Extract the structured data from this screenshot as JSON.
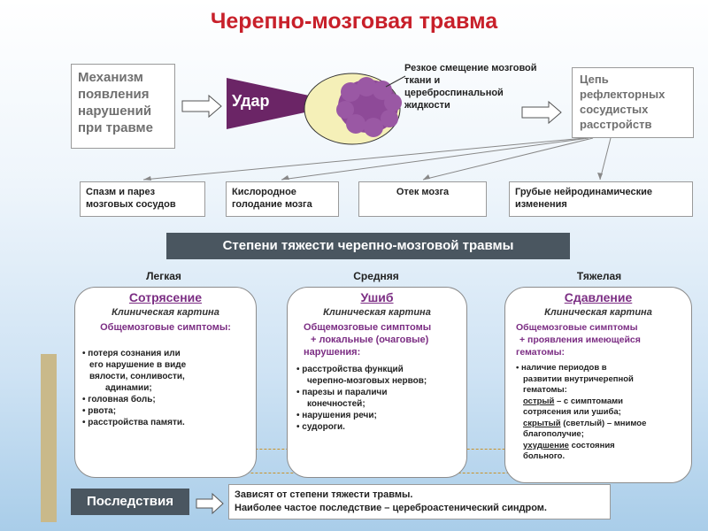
{
  "title": "Черепно-мозговая травма",
  "mechanism": {
    "text": "Механизм появления нарушений при травме"
  },
  "impact": {
    "label": "Удар"
  },
  "shift_text": "Резкое смещение мозговой ткани и цереброспинальной жидкости",
  "chain": {
    "text": "Цепь рефлекторных сосудистых расстройств"
  },
  "effects": [
    "Спазм и парез мозговых сосудов",
    "Кислородное голодание мозга",
    "Отек мозга",
    "Грубые нейродинамические изменения"
  ],
  "grades_title": "Степени тяжести черепно-мозговой травмы",
  "grades": [
    {
      "level": "Легкая",
      "name": "Сотрясение",
      "clinical": "Клиническая картина",
      "symptoms": "Общемозговые симптомы:",
      "items": [
        "• потеря сознания или",
        "его нарушение в виде",
        "вялости, сонливости,",
        "адинамии;",
        "• головная боль;",
        "• рвота;",
        "• расстройства памяти."
      ]
    },
    {
      "level": "Средняя",
      "name": "Ушиб",
      "clinical": "Клиническая картина",
      "symptoms": "Общемозговые симптомы",
      "symptoms_2": "+ локальные (очаговые)",
      "symptoms_3": "нарушения:",
      "items": [
        "• расстройства функций",
        "черепно-мозговых нервов;",
        "• парезы и параличи",
        "конечностей;",
        "• нарушения речи;",
        "• судороги."
      ]
    },
    {
      "level": "Тяжелая",
      "name": "Сдавление",
      "clinical": "Клиническая картина",
      "symptoms": "Общемозговые симптомы",
      "symptoms_2": "+ проявления имеющейся",
      "symptoms_3": "гематомы:",
      "items": [
        "• наличие периодов в",
        "развитии внутричерепной",
        "гематомы:",
        "острый",
        " – с симптомами",
        "сотрясения или ушиба;",
        "скрытый",
        " (светлый) – мнимое",
        "благополучие;",
        "ухудшение",
        " состояния",
        "больного."
      ]
    }
  ],
  "consequences": {
    "label": "Последствия",
    "line1": "Зависят от степени тяжести травмы.",
    "line2": "Наиболее частое последствие – цереброастенический синдром."
  },
  "colors": {
    "title": "#c8202a",
    "impact_fill": "#6b2566",
    "brain_fill": "#8e4a98",
    "ellipse_fill": "#f5f0b8",
    "banner": "#4a5660",
    "accent_text": "#7b2d83"
  }
}
